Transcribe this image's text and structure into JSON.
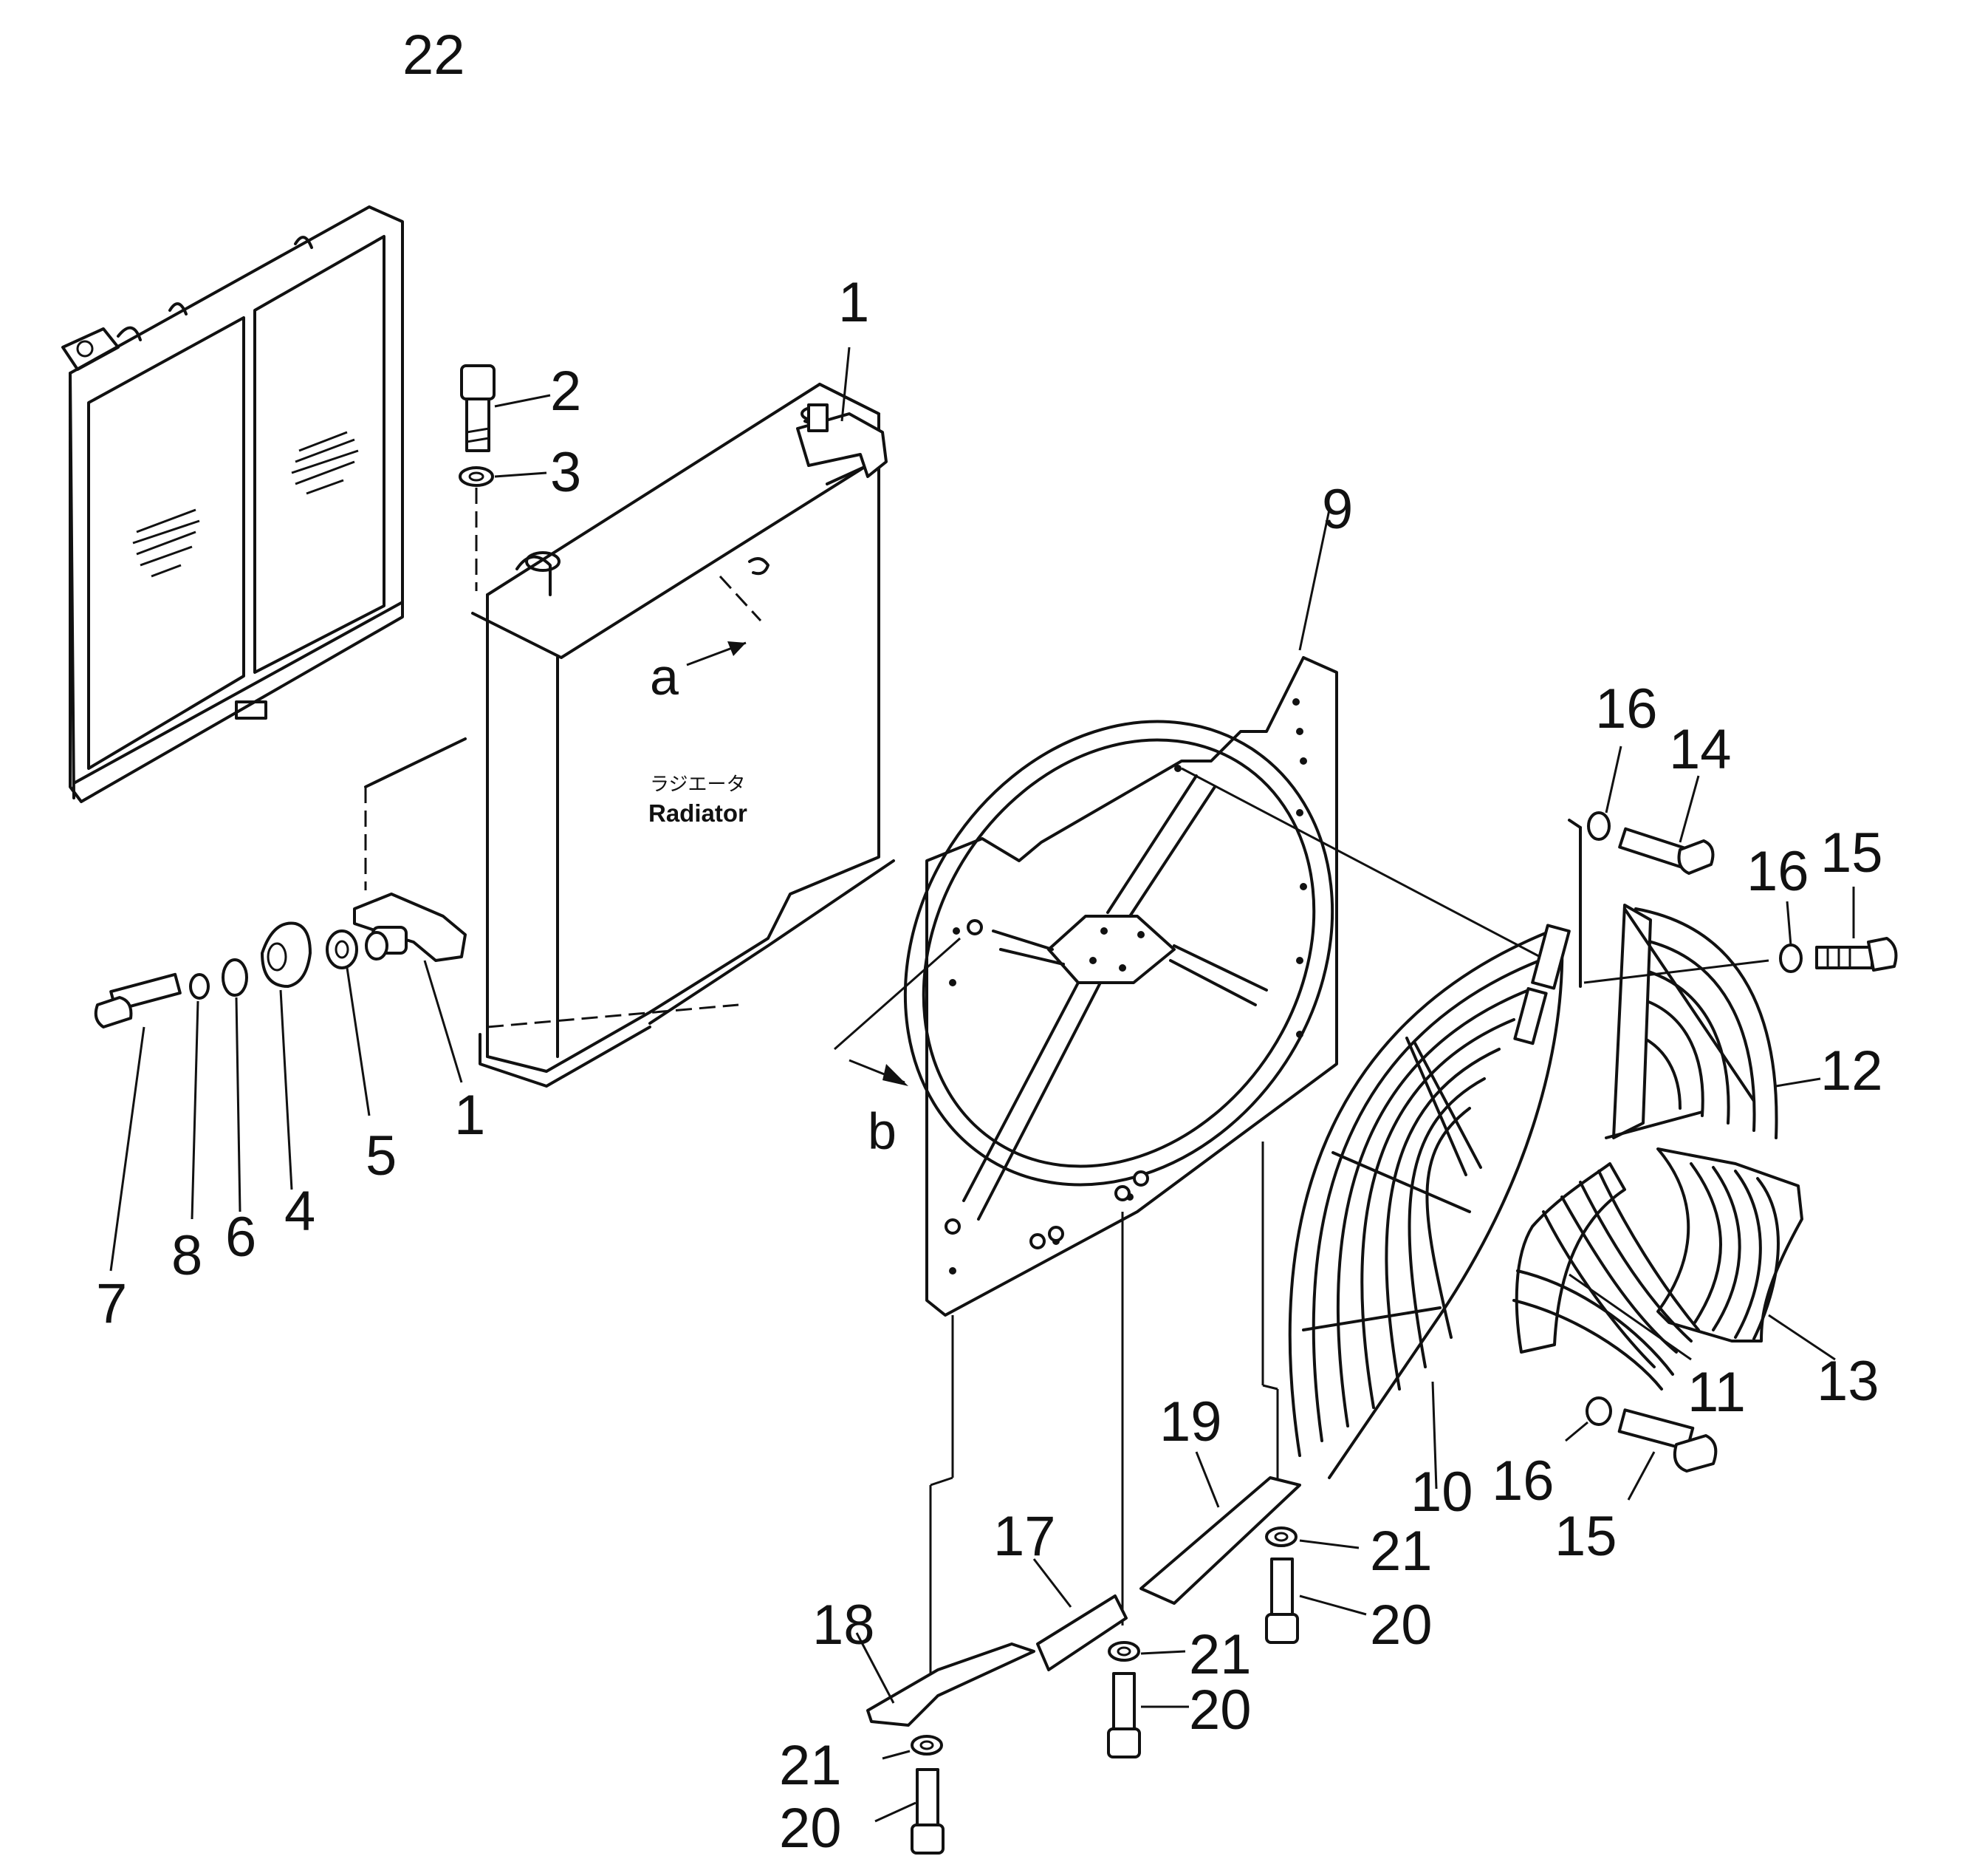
{
  "labels": {
    "l22": "22",
    "l1a": "1",
    "l2": "2",
    "l3": "3",
    "l9": "9",
    "l16a": "16",
    "l14": "14",
    "l16b": "16",
    "l15a": "15",
    "l12": "12",
    "l1b": "1",
    "l5": "5",
    "l4": "4",
    "l6": "6",
    "l8": "8",
    "l7": "7",
    "l11": "11",
    "l13": "13",
    "l10": "10",
    "l16c": "16",
    "l15b": "15",
    "l19": "19",
    "l21a": "21",
    "l20a": "20",
    "l17": "17",
    "l21b": "21",
    "l20b": "20",
    "l18": "18",
    "l21c": "21",
    "l20c": "20"
  },
  "view_markers": {
    "a": "a",
    "b": "b"
  },
  "radiator": {
    "label_jp": "ラジエータ",
    "label_en": "Radiator"
  }
}
